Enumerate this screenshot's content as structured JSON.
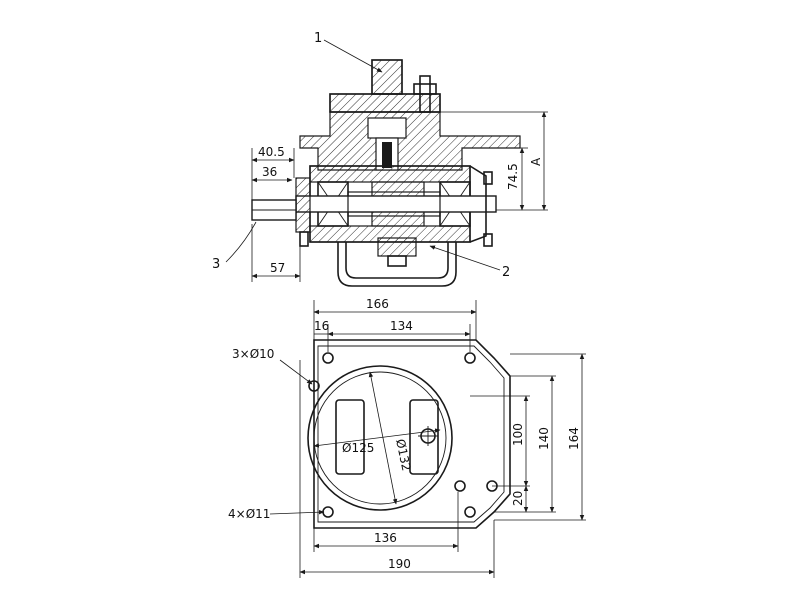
{
  "parts": {
    "p1": "1",
    "p2": "2",
    "p3": "3"
  },
  "section_dims": {
    "d405": "40.5",
    "d36": "36",
    "d57": "57",
    "d745": "74.5",
    "dA": "A"
  },
  "plan_dims": {
    "d166": "166",
    "d16": "16",
    "d134": "134",
    "hole10": "3×Ø10",
    "d125": "Ø125",
    "d132": "Ø132",
    "d100": "100",
    "d140": "140",
    "d164": "164",
    "d20": "20",
    "hole11": "4×Ø11",
    "d136": "136",
    "d190": "190"
  }
}
